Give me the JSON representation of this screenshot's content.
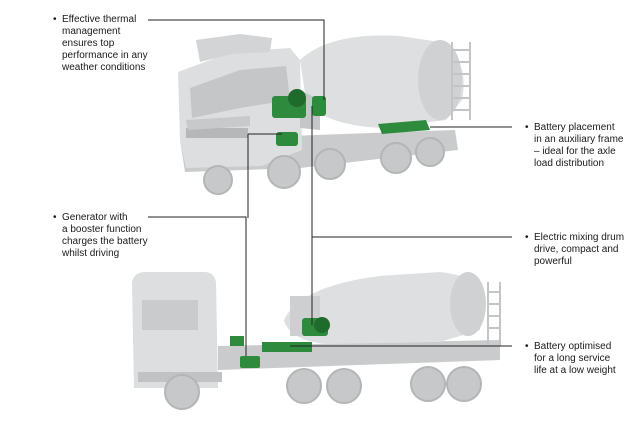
{
  "colors": {
    "truck": "#d9dadb",
    "truck_dark": "#bfc1c2",
    "truck_shadow": "#a9abac",
    "component": "#2e8b3d",
    "component_dark": "#1e6b2b",
    "leader": "#222222"
  },
  "callouts": {
    "thermal": "Effective thermal\nmanagement\nensures top\nperformance in any\nweather conditions",
    "battery_placement": "Battery placement\nin an auxiliary frame\n– ideal for the axle\nload distribution",
    "generator": "Generator with\na booster function\ncharges the battery\nwhilst driving",
    "mixing_drive": "Electric mixing drum\ndrive, compact and\npowerful",
    "battery_optimised": "Battery optimised\nfor a long service\nlife at a low weight"
  },
  "bullet_char": "•"
}
